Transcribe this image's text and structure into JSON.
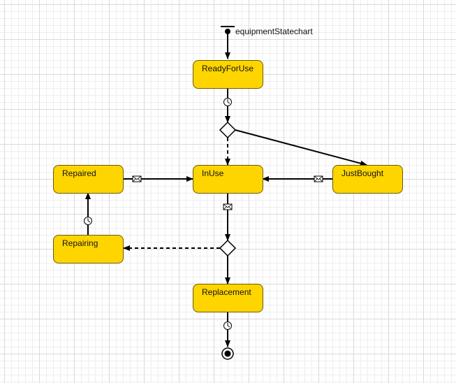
{
  "diagram": {
    "statechart_name": "equipmentStatechart",
    "colors": {
      "state_fill": "#ffd500",
      "state_border": "#6b5a00",
      "line": "#000000"
    },
    "states": {
      "ready_for_use": "ReadyForUse",
      "in_use": "InUse",
      "repaired": "Repaired",
      "just_bought": "JustBought",
      "repairing": "Repairing",
      "replacement": "Replacement"
    },
    "transition_trigger_icons": {
      "timeout": "clock-icon",
      "message": "envelope-icon"
    }
  }
}
